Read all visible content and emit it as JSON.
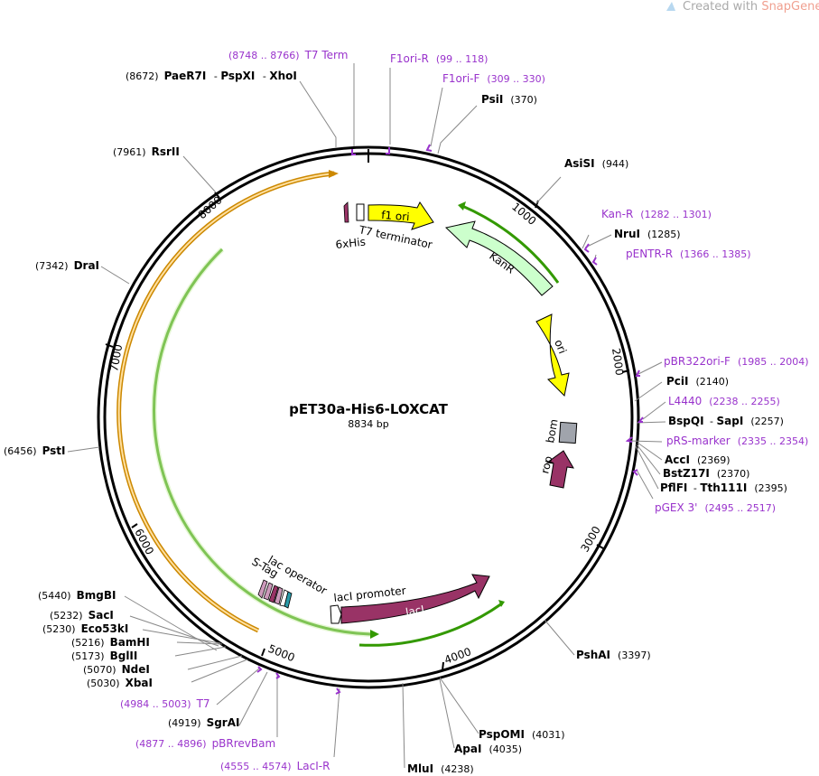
{
  "watermark": {
    "prefix": "Created with",
    "brand": "SnapGene",
    "mark": "®"
  },
  "plasmid": {
    "name": "pET30a-His6-LOXCAT",
    "length": "8834 bp"
  },
  "ticks": [
    "1000",
    "2000",
    "3000",
    "4000",
    "5000",
    "6000",
    "7000",
    "8000"
  ],
  "features": {
    "f1ori": "f1 ori",
    "kanr": "KanR",
    "ori": "ori",
    "bom": "bom",
    "rop": "rop",
    "laci": "lacI",
    "laci_promoter": "lacI promoter",
    "lac_operator": "lac operator",
    "s_tag": "S-Tag",
    "his6": "6xHis",
    "t7_terminator": "T7 terminator"
  },
  "sites": {
    "paer7i_coord": "(8672)",
    "paer7i_a": "PaeR7I",
    "paer7i_b": "PspXI",
    "paer7i_c": "XhoI",
    "psii": "PsiI",
    "psii_coord": "(370)",
    "asisi": "AsiSI",
    "asisi_coord": "(944)",
    "nrui": "NruI",
    "nrui_coord": "(1285)",
    "pcii": "PciI",
    "pcii_coord": "(2140)",
    "bspqi": "BspQI",
    "sapi": "SapI",
    "bspqi_coord": "(2257)",
    "acci": "AccI",
    "acci_coord": "(2369)",
    "bstz17i": "BstZ17I",
    "bstz17i_coord": "(2370)",
    "pflfi": "PflFI",
    "tth111i": "Tth111I",
    "pflfi_coord": "(2395)",
    "pshai": "PshAI",
    "pshai_coord": "(3397)",
    "pspomi": "PspOMI",
    "pspomi_coord": "(4031)",
    "apai": "ApaI",
    "apai_coord": "(4035)",
    "mlui": "MluI",
    "mlui_coord": "(4238)",
    "sgrai": "SgrAI",
    "sgrai_coord": "(4919)",
    "xbai": "XbaI",
    "xbai_coord": "(5030)",
    "ndei": "NdeI",
    "ndei_coord": "(5070)",
    "bglii": "BglII",
    "bglii_coord": "(5173)",
    "bamhi": "BamHI",
    "bamhi_coord": "(5216)",
    "eco53ki": "Eco53kI",
    "eco53ki_coord": "(5230)",
    "saci": "SacI",
    "saci_coord": "(5232)",
    "bmgbi": "BmgBI",
    "bmgbi_coord": "(5440)",
    "psti": "PstI",
    "psti_coord": "(6456)",
    "drai": "DraI",
    "drai_coord": "(7342)",
    "rsrii": "RsrII",
    "rsrii_coord": "(7961)"
  },
  "primers": {
    "t7term": "T7 Term",
    "t7term_range": "(8748 .. 8766)",
    "f1orir": "F1ori-R",
    "f1orir_range": "(99 .. 118)",
    "f1orif": "F1ori-F",
    "f1orif_range": "(309 .. 330)",
    "kanr": "Kan-R",
    "kanr_range": "(1282 .. 1301)",
    "pentrr": "pENTR-R",
    "pentrr_range": "(1366 .. 1385)",
    "pbr322": "pBR322ori-F",
    "pbr322_range": "(1985 .. 2004)",
    "l4440": "L4440",
    "l4440_range": "(2238 .. 2255)",
    "prs": "pRS-marker",
    "prs_range": "(2335 .. 2354)",
    "pgex": "pGEX 3'",
    "pgex_range": "(2495 .. 2517)",
    "laci_r": "LacI-R",
    "laci_r_range": "(4555 .. 4574)",
    "pbrrevbam": "pBRrevBam",
    "pbrrevbam_range": "(4877 .. 4896)",
    "t7": "T7",
    "t7_range": "(4984 .. 5003)"
  },
  "colors": {
    "backbone": "#000000",
    "yellow": "#ffff00",
    "kanr": "#ccffcc",
    "laci": "#993366",
    "green_arc": "#339900",
    "orange_arc": "#cc8800",
    "primer": "#9933cc",
    "bom": "#a0a4ac"
  }
}
